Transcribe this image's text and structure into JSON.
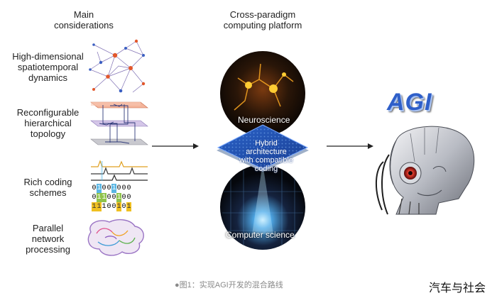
{
  "left_column": {
    "header": [
      "Main",
      "considerations"
    ],
    "items": [
      {
        "label": [
          "High-dimensional",
          "spatiotemporal",
          "dynamics"
        ]
      },
      {
        "label": [
          "Reconfigurable",
          "hierarchical",
          "topology"
        ]
      },
      {
        "label": [
          "Rich coding",
          "schemes"
        ]
      },
      {
        "label": [
          "Parallel",
          "network",
          "processing"
        ]
      }
    ],
    "coding_rows": [
      "01001000",
      "01100100",
      "11100101"
    ]
  },
  "center_column": {
    "header": [
      "Cross-paradigm",
      "computing platform"
    ],
    "top_sphere_label": "Neuroscience",
    "chip_label": [
      "Hybrid",
      "architecture",
      "with compatible",
      "coding"
    ],
    "bottom_sphere_label": "Computer science"
  },
  "right_column": {
    "logo_text": "AGI"
  },
  "caption": "●图1：实现AGI开发的混合路线",
  "watermark": "汽车与社会"
}
